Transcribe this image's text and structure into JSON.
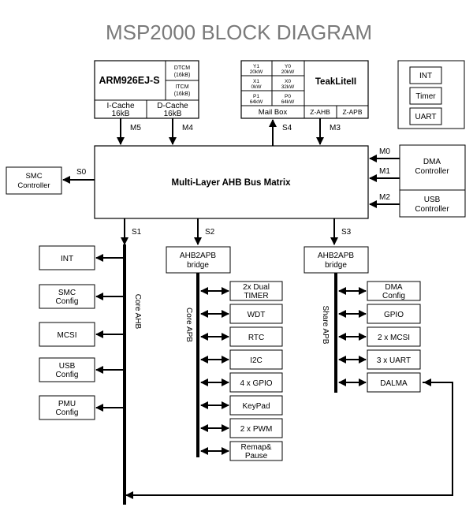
{
  "title": "MSP2000 BLOCK DIAGRAM",
  "arm": {
    "name": "ARM926EJ-S",
    "dtcm": [
      "DTCM",
      "(16kB)"
    ],
    "itcm": [
      "ITCM",
      "(16kB)"
    ],
    "icache": [
      "I-Cache",
      "16kB"
    ],
    "dcache": [
      "D-Cache",
      "16kB"
    ]
  },
  "teak": {
    "name": "TeakLiteII",
    "mem": [
      [
        "Y1",
        "20kW"
      ],
      [
        "Y0",
        "20kW"
      ],
      [
        "X1",
        "0kW"
      ],
      [
        "X0",
        "32kW"
      ],
      [
        "P1",
        "64kW"
      ],
      [
        "P0",
        "64kW"
      ]
    ],
    "mailbox": "Mail Box",
    "zahb": "Z-AHB",
    "zapb": "Z-APB"
  },
  "teak_periph": [
    "INT",
    "Timer",
    "UART"
  ],
  "bus_matrix": "Multi-Layer AHB Bus Matrix",
  "smc_controller": [
    "SMC",
    "Controller"
  ],
  "dma_controller": [
    "DMA",
    "Controller"
  ],
  "usb_controller": [
    "USB",
    "Controller"
  ],
  "ports": {
    "m5": "M5",
    "m4": "M4",
    "s4": "S4",
    "m3": "M3",
    "m0": "M0",
    "m1": "M1",
    "m2": "M2",
    "s0": "S0",
    "s1": "S1",
    "s2": "S2",
    "s3": "S3"
  },
  "bridge1": [
    "AHB2APB",
    "bridge"
  ],
  "bridge2": [
    "AHB2APB",
    "bridge"
  ],
  "bus_labels": {
    "core_ahb": "Core AHB",
    "core_apb": "Core APB",
    "share_apb": "Share APB"
  },
  "left_blocks": [
    [
      "INT"
    ],
    [
      "SMC",
      "Config"
    ],
    [
      "MCSI"
    ],
    [
      "USB",
      "Config"
    ],
    [
      "PMU",
      "Config"
    ]
  ],
  "mid_blocks": [
    [
      "2x Dual",
      "TIMER"
    ],
    [
      "WDT"
    ],
    [
      "RTC"
    ],
    [
      "I2C"
    ],
    [
      "4 x GPIO"
    ],
    [
      "KeyPad"
    ],
    [
      "2 x PWM"
    ],
    [
      "Remap&",
      "Pause"
    ]
  ],
  "right_blocks": [
    [
      "DMA",
      "Config"
    ],
    [
      "GPIO"
    ],
    [
      "2 x MCSI"
    ],
    [
      "3 x UART"
    ],
    [
      "DALMA"
    ]
  ]
}
